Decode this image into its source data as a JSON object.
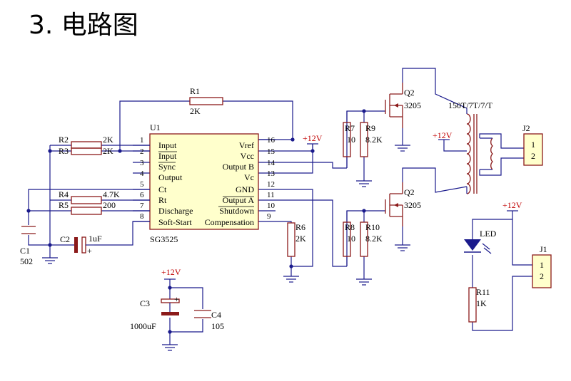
{
  "heading": "3. 电路图",
  "ic": {
    "ref": "U1",
    "part": "SG3525",
    "left_pins": [
      {
        "num": "1",
        "name": "Input"
      },
      {
        "num": "2",
        "name": "Input"
      },
      {
        "num": "3",
        "name": "Sync"
      },
      {
        "num": "4",
        "name": "Output"
      },
      {
        "num": "5",
        "name": "Ct"
      },
      {
        "num": "6",
        "name": "Rt"
      },
      {
        "num": "7",
        "name": "Discharge"
      },
      {
        "num": "8",
        "name": "Soft-Start"
      }
    ],
    "right_pins": [
      {
        "num": "16",
        "name": "Vref"
      },
      {
        "num": "15",
        "name": "Vcc"
      },
      {
        "num": "14",
        "name": "Output B"
      },
      {
        "num": "13",
        "name": "Vc"
      },
      {
        "num": "12",
        "name": "GND"
      },
      {
        "num": "11",
        "name": "Output A"
      },
      {
        "num": "10",
        "name": "Shutdown"
      },
      {
        "num": "9",
        "name": "Compensation"
      }
    ]
  },
  "components": {
    "R1": {
      "ref": "R1",
      "value": "2K"
    },
    "R2": {
      "ref": "R2",
      "value": "2K"
    },
    "R3": {
      "ref": "R3",
      "value": "2K"
    },
    "R4": {
      "ref": "R4",
      "value": "4.7K"
    },
    "R5": {
      "ref": "R5",
      "value": "200"
    },
    "R6": {
      "ref": "R6",
      "value": "2K"
    },
    "R7": {
      "ref": "R7",
      "value": "10"
    },
    "R8": {
      "ref": "R8",
      "value": "10"
    },
    "R9": {
      "ref": "R9",
      "value": "8.2K"
    },
    "R10": {
      "ref": "R10",
      "value": "8.2K"
    },
    "R11": {
      "ref": "R11",
      "value": "1K"
    },
    "C1": {
      "ref": "C1",
      "value": "502"
    },
    "C2": {
      "ref": "C2",
      "value": "1uF"
    },
    "C3": {
      "ref": "C3",
      "value": "1000uF"
    },
    "C4": {
      "ref": "C4",
      "value": "105"
    },
    "Q2a": {
      "ref": "Q2",
      "value": "3205"
    },
    "Q2b": {
      "ref": "Q2",
      "value": "3205"
    },
    "T1": {
      "value": "150T/7T/7/T"
    },
    "LED": {
      "ref": "LED"
    },
    "J1": {
      "ref": "J1",
      "pin1": "1",
      "pin2": "2"
    },
    "J2": {
      "ref": "J2",
      "pin1": "1",
      "pin2": "2"
    }
  },
  "power": {
    "supply_label": "+12V"
  },
  "colors": {
    "wire": "#1a1a8c",
    "component": "#8b1a1a",
    "power_label": "#c00000"
  }
}
